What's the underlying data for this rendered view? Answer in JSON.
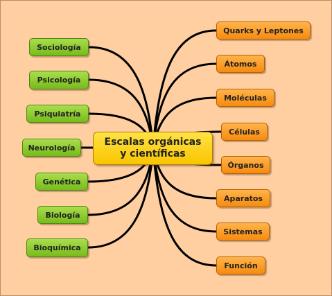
{
  "diagram": {
    "center": {
      "line1": "Escalas orgánicas",
      "line2": "y científicas"
    },
    "left_nodes": [
      "Sociología",
      "Psicología",
      "Psiquiatría",
      "Neurología",
      "Genética",
      "Biología",
      "Bioquímica"
    ],
    "right_nodes": [
      "Quarks y Leptones",
      "Átomos",
      "Moléculas",
      "Células",
      "Órganos",
      "Aparatos",
      "Sistemas",
      "Función"
    ]
  },
  "colors": {
    "background": "#ffcfa2",
    "left_node": "#8fce2c",
    "right_node": "#fba02a",
    "center_node": "#fdd31a",
    "connector": "#000000"
  }
}
